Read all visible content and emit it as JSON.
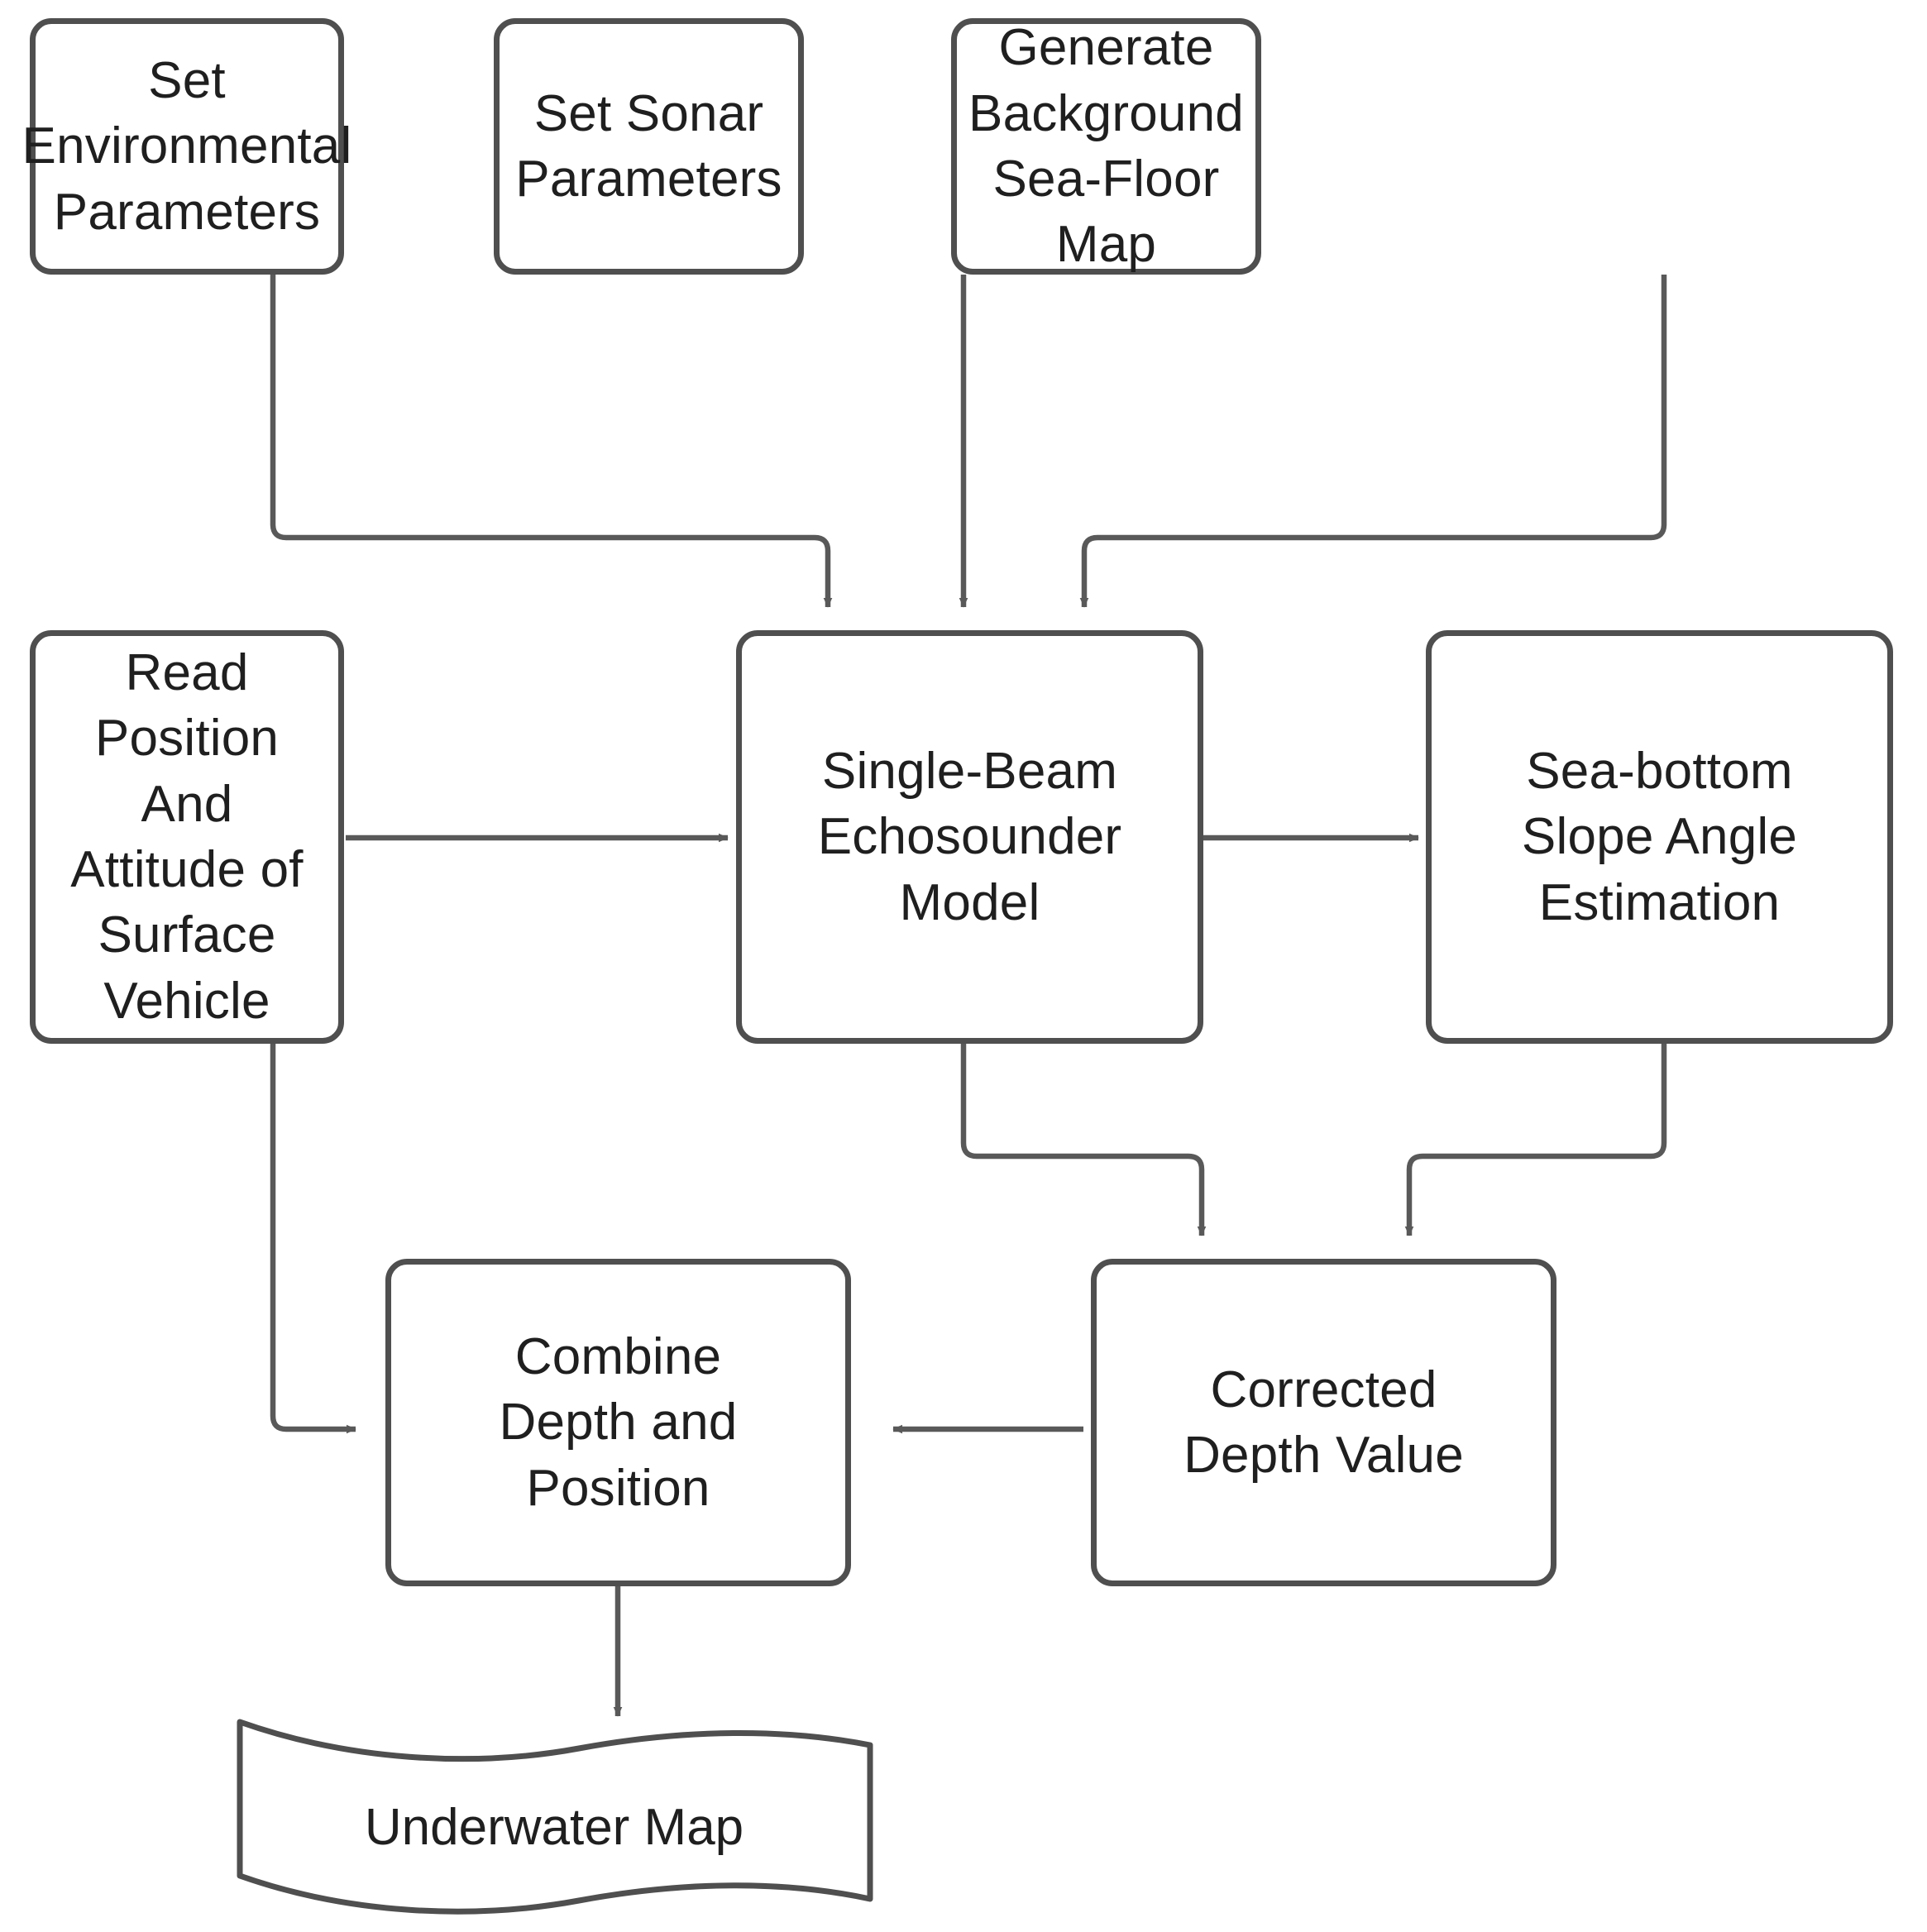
{
  "diagram": {
    "type": "flowchart",
    "title": "",
    "colors": {
      "stroke": "#4f4f4f",
      "fill": "#ffffff",
      "text": "#1f1f1f",
      "connector": "#595959"
    },
    "nodes": [
      {
        "id": "set-environmental-parameters",
        "shape": "rounded-rectangle",
        "label": "Set\nEnvironmental\nParameters"
      },
      {
        "id": "set-sonar-parameters",
        "shape": "rounded-rectangle",
        "label": "Set Sonar\nParameters"
      },
      {
        "id": "generate-background-sea-floor-map",
        "shape": "rounded-rectangle",
        "label": "Generate\nBackground\nSea-Floor\nMap"
      },
      {
        "id": "read-position-and-attitude-of-surface-vehicle",
        "shape": "rounded-rectangle",
        "label": "Read\nPosition And\nAttitude of\nSurface\nVehicle"
      },
      {
        "id": "single-beam-echosounder-model",
        "shape": "rounded-rectangle",
        "label": "Single-Beam\nEchosounder\nModel"
      },
      {
        "id": "sea-bottom-slope-angle-estimation",
        "shape": "rounded-rectangle",
        "label": "Sea-bottom\nSlope Angle\nEstimation"
      },
      {
        "id": "combine-depth-and-position",
        "shape": "rounded-rectangle",
        "label": "Combine\nDepth and\nPosition"
      },
      {
        "id": "corrected-depth-value",
        "shape": "rounded-rectangle",
        "label": "Corrected\nDepth Value"
      },
      {
        "id": "underwater-map",
        "shape": "document-wave",
        "label": "Underwater Map"
      }
    ],
    "edges": [
      {
        "from": "set-environmental-parameters",
        "to": "single-beam-echosounder-model",
        "style": "orthogonal-arrow"
      },
      {
        "from": "set-sonar-parameters",
        "to": "single-beam-echosounder-model",
        "style": "straight-arrow"
      },
      {
        "from": "generate-background-sea-floor-map",
        "to": "single-beam-echosounder-model",
        "style": "orthogonal-arrow"
      },
      {
        "from": "read-position-and-attitude-of-surface-vehicle",
        "to": "single-beam-echosounder-model",
        "style": "straight-arrow"
      },
      {
        "from": "single-beam-echosounder-model",
        "to": "sea-bottom-slope-angle-estimation",
        "style": "straight-arrow"
      },
      {
        "from": "single-beam-echosounder-model",
        "to": "corrected-depth-value",
        "style": "orthogonal-arrow"
      },
      {
        "from": "sea-bottom-slope-angle-estimation",
        "to": "corrected-depth-value",
        "style": "orthogonal-arrow"
      },
      {
        "from": "read-position-and-attitude-of-surface-vehicle",
        "to": "combine-depth-and-position",
        "style": "orthogonal-arrow"
      },
      {
        "from": "corrected-depth-value",
        "to": "combine-depth-and-position",
        "style": "straight-arrow"
      },
      {
        "from": "combine-depth-and-position",
        "to": "underwater-map",
        "style": "straight-arrow"
      }
    ]
  }
}
